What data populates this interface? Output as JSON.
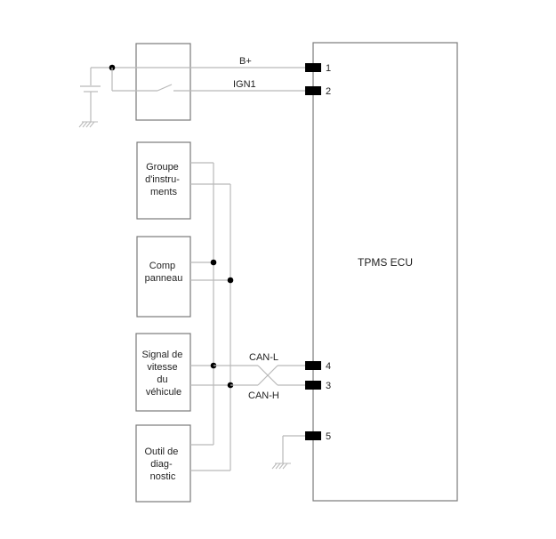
{
  "diagram": {
    "ecu": {
      "label": "TPMS ECU"
    },
    "signals": {
      "b_plus": "B+",
      "ign1": "IGN1",
      "can_l": "CAN-L",
      "can_h": "CAN-H"
    },
    "pins": {
      "p1": "1",
      "p2": "2",
      "p3": "3",
      "p4": "4",
      "p5": "5"
    },
    "modules": {
      "cluster": [
        "Groupe",
        "d'instru-",
        "ments"
      ],
      "panel": [
        "Comp",
        "panneau"
      ],
      "speed": [
        "Signal de",
        "vitesse",
        "du",
        "véhicule"
      ],
      "diag": [
        "Outil de",
        "diag-",
        "nostic"
      ]
    }
  }
}
